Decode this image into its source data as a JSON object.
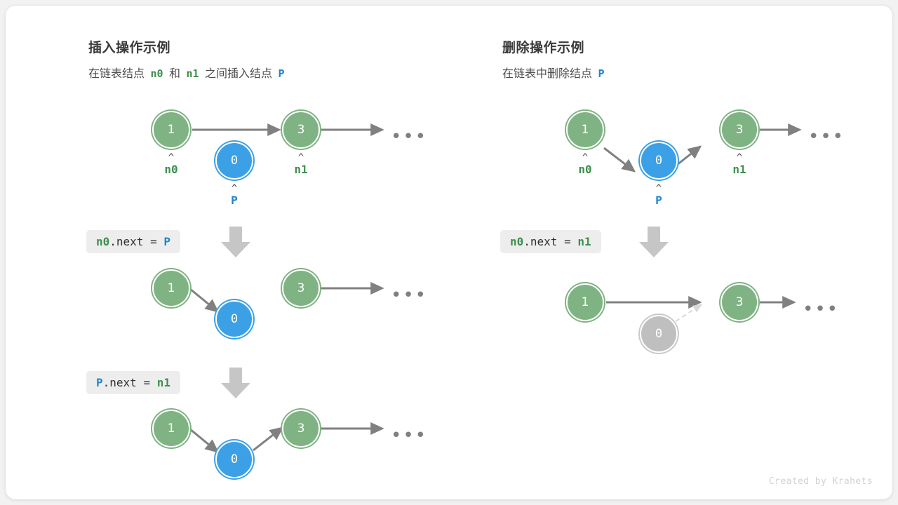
{
  "credit": "Created by Krahets",
  "colors": {
    "node_green": "#7fb383",
    "node_blue": "#3ba0e6",
    "node_gray": "#bfbfbf",
    "edge": "#808080",
    "edge_dashed": "#d8d8d8",
    "label_green": "#3f8f4f",
    "label_blue": "#1d85d0",
    "chip_bg": "#ededed",
    "card_bg": "#ffffff",
    "page_bg": "#f2f2f2"
  },
  "panels": [
    {
      "id": "insert",
      "title": "插入操作示例",
      "subtitle_parts": [
        {
          "text": "在链表结点",
          "style": "plain"
        },
        {
          "text": "n0",
          "style": "green"
        },
        {
          "text": "和",
          "style": "plain"
        },
        {
          "text": "n1",
          "style": "green"
        },
        {
          "text": "之间插入结点",
          "style": "plain"
        },
        {
          "text": "P",
          "style": "blue"
        }
      ],
      "steps": [
        {
          "name": "before-insert",
          "nodes": [
            {
              "value": "1",
              "kind": "green"
            },
            {
              "value": "0",
              "kind": "blue"
            },
            {
              "value": "3",
              "kind": "green"
            }
          ],
          "pointers": [
            {
              "label": "n0",
              "kind": "green",
              "caret": "^"
            },
            {
              "label": "P",
              "kind": "blue",
              "caret": "^"
            },
            {
              "label": "n1",
              "kind": "green",
              "caret": "^"
            }
          ],
          "ellipsis": "•••"
        },
        {
          "name": "after-step-1",
          "nodes": [
            {
              "value": "1",
              "kind": "green"
            },
            {
              "value": "0",
              "kind": "blue"
            },
            {
              "value": "3",
              "kind": "green"
            }
          ],
          "pointers": [],
          "ellipsis": "•••"
        },
        {
          "name": "after-step-2",
          "nodes": [
            {
              "value": "1",
              "kind": "green"
            },
            {
              "value": "0",
              "kind": "blue"
            },
            {
              "value": "3",
              "kind": "green"
            }
          ],
          "pointers": [],
          "ellipsis": "•••"
        }
      ],
      "code_steps": [
        {
          "name": "insert-step-1",
          "parts": [
            {
              "text": "n0",
              "style": "green"
            },
            {
              "text": ".next = ",
              "style": "plain"
            },
            {
              "text": "P",
              "style": "blue"
            }
          ]
        },
        {
          "name": "insert-step-2",
          "parts": [
            {
              "text": "P",
              "style": "blue"
            },
            {
              "text": ".next = ",
              "style": "plain"
            },
            {
              "text": "n1",
              "style": "green"
            }
          ]
        }
      ]
    },
    {
      "id": "delete",
      "title": "删除操作示例",
      "subtitle_parts": [
        {
          "text": "在链表中删除结点",
          "style": "plain"
        },
        {
          "text": "P",
          "style": "blue"
        }
      ],
      "steps": [
        {
          "name": "before-delete",
          "nodes": [
            {
              "value": "1",
              "kind": "green"
            },
            {
              "value": "0",
              "kind": "blue"
            },
            {
              "value": "3",
              "kind": "green"
            }
          ],
          "pointers": [
            {
              "label": "n0",
              "kind": "green",
              "caret": "^"
            },
            {
              "label": "P",
              "kind": "blue",
              "caret": "^"
            },
            {
              "label": "n1",
              "kind": "green",
              "caret": "^"
            }
          ],
          "ellipsis": "•••"
        },
        {
          "name": "after-delete",
          "nodes": [
            {
              "value": "1",
              "kind": "green"
            },
            {
              "value": "0",
              "kind": "gray"
            },
            {
              "value": "3",
              "kind": "green"
            }
          ],
          "pointers": [],
          "ellipsis": "•••"
        }
      ],
      "code_steps": [
        {
          "name": "delete-step-1",
          "parts": [
            {
              "text": "n0",
              "style": "green"
            },
            {
              "text": ".next = ",
              "style": "plain"
            },
            {
              "text": "n1",
              "style": "green"
            }
          ]
        }
      ]
    }
  ]
}
